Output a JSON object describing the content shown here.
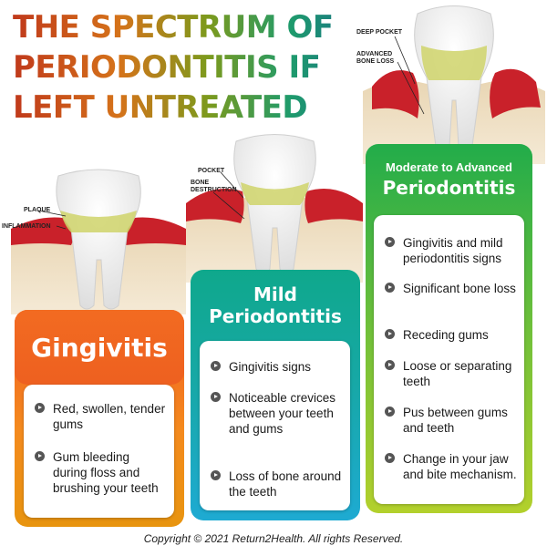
{
  "title": {
    "line1": "THE SPECTRUM OF",
    "line2": "PERIODONTITIS IF",
    "line3": "LEFT UNTREATED"
  },
  "stages": [
    {
      "heading": "Gingivitis",
      "labels": [
        "PLAQUE",
        "INFLAMMATION"
      ],
      "items": [
        "Red, swollen, tender gums",
        "Gum bleeding during floss and brushing your teeth"
      ],
      "color_top": "#f26b21",
      "color_bottom": "#e8940f"
    },
    {
      "heading_line1": "Mild",
      "heading_line2": "Periodontitis",
      "labels": [
        "POCKET",
        "BONE DESTRUCTION"
      ],
      "items": [
        "Gingivitis signs",
        "Noticeable crevices between your teeth and gums",
        "Loss of bone around the teeth"
      ],
      "color_top": "#16a884",
      "color_bottom": "#1eaad2"
    },
    {
      "heading_line1": "Moderate to Advanced",
      "heading_line2": "Periodontitis",
      "labels": [
        "DEEP POCKET",
        "ADVANCED BONE LOSS"
      ],
      "items": [
        "Gingivitis and mild periodontitis signs",
        "Significant bone loss",
        "Receding gums",
        "Loose or separating teeth",
        "Pus between gums and teeth",
        "Change in your jaw and bite mechanism."
      ],
      "color_top": "#2cb24a",
      "color_bottom": "#b3d02c"
    }
  ],
  "copyright": "Copyright © 2021  Return2Health. All rights Reserved."
}
